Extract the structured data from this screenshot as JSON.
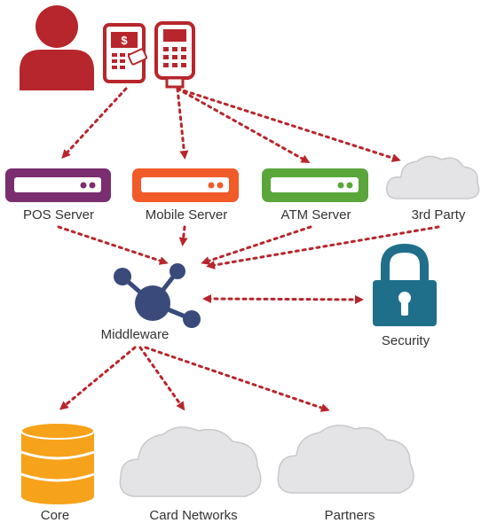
{
  "nodes": {
    "pos_server": {
      "label": "POS Server",
      "color": "#7a2d6f"
    },
    "mobile_server": {
      "label": "Mobile Server",
      "color": "#f15a29"
    },
    "atm_server": {
      "label": "ATM Server",
      "color": "#5aa63b"
    },
    "third_party": {
      "label": "3rd Party"
    },
    "middleware": {
      "label": "Middleware",
      "color": "#3a4a7a"
    },
    "security": {
      "label": "Security",
      "color": "#1f6f8b"
    },
    "core": {
      "label": "Core",
      "color": "#f7a21b"
    },
    "card_networks": {
      "label": "Card Networks"
    },
    "partners": {
      "label": "Partners"
    }
  },
  "colors": {
    "user": "#b7262c",
    "arrow": "#b7262c",
    "cloud": "#e4e4e6",
    "cloud_stroke": "#c9c9cc"
  }
}
